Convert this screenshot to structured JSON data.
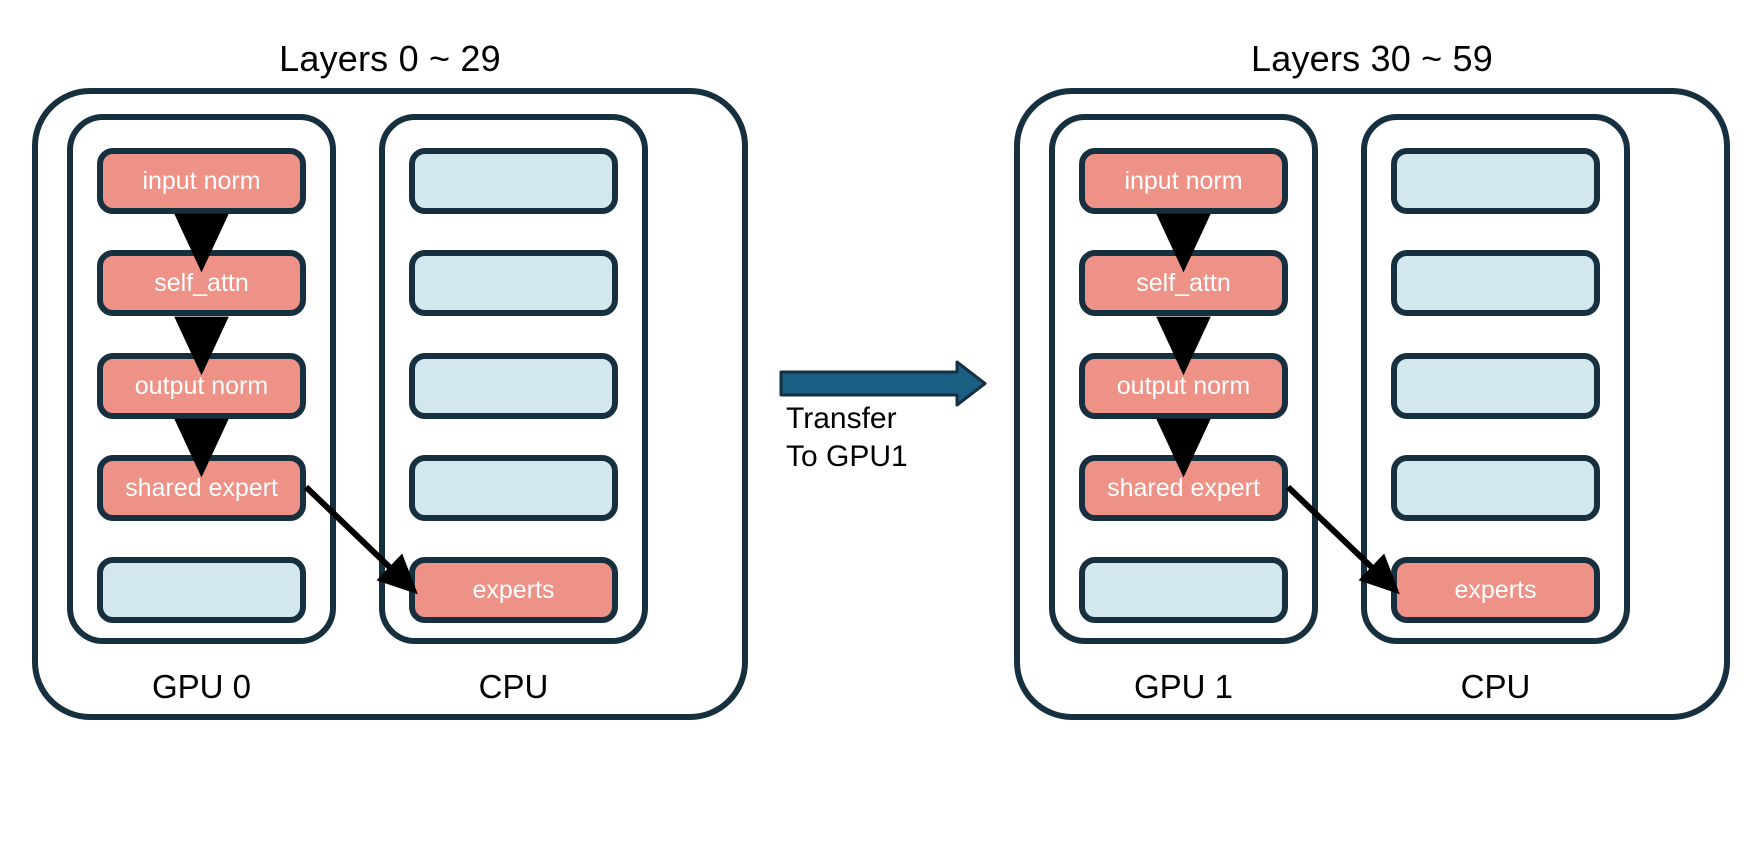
{
  "diagram": {
    "title_left": "Layers 0 ~ 29",
    "title_right": "Layers 30 ~ 59",
    "colors": {
      "salmon": "#ee9186",
      "light_blue": "#d2e8ee",
      "outline": "#16303f",
      "transfer_arrow": "#1a5f82",
      "background": "#ffffff",
      "text": "#000000",
      "block_text": "#ffffff"
    }
  },
  "transfer": {
    "line1": "Transfer",
    "line2": "To GPU1"
  },
  "left_group": {
    "title": "Layers 0 ~ 29",
    "gpu_label": "GPU 0",
    "cpu_label": "CPU",
    "gpu_blocks": [
      {
        "label": "input norm",
        "color": "salmon"
      },
      {
        "label": "self_attn",
        "color": "salmon"
      },
      {
        "label": "output norm",
        "color": "salmon"
      },
      {
        "label": "shared expert",
        "color": "salmon"
      },
      {
        "label": "",
        "color": "blue"
      }
    ],
    "cpu_blocks": [
      {
        "label": "",
        "color": "blue"
      },
      {
        "label": "",
        "color": "blue"
      },
      {
        "label": "",
        "color": "blue"
      },
      {
        "label": "",
        "color": "blue"
      },
      {
        "label": "experts",
        "color": "salmon"
      }
    ]
  },
  "right_group": {
    "title": "Layers 30 ~ 59",
    "gpu_label": "GPU 1",
    "cpu_label": "CPU",
    "gpu_blocks": [
      {
        "label": "input norm",
        "color": "salmon"
      },
      {
        "label": "self_attn",
        "color": "salmon"
      },
      {
        "label": "output norm",
        "color": "salmon"
      },
      {
        "label": "shared expert",
        "color": "salmon"
      },
      {
        "label": "",
        "color": "blue"
      }
    ],
    "cpu_blocks": [
      {
        "label": "",
        "color": "blue"
      },
      {
        "label": "",
        "color": "blue"
      },
      {
        "label": "",
        "color": "blue"
      },
      {
        "label": "",
        "color": "blue"
      },
      {
        "label": "experts",
        "color": "salmon"
      }
    ]
  }
}
